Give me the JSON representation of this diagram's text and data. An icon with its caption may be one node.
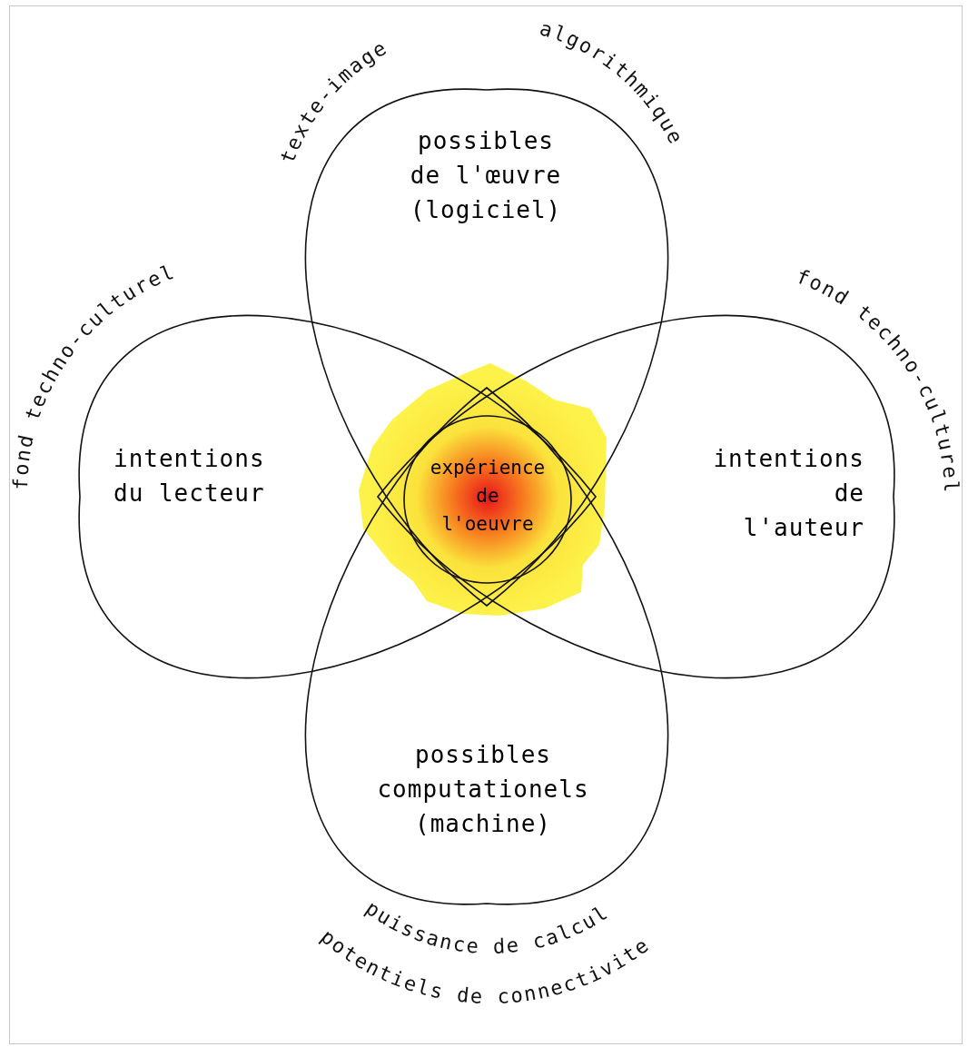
{
  "diagram": {
    "nodes": [
      {
        "text": [
          "possibles de l'œuvre (logiciel)"
        ],
        "beside": [
          "texte-image",
          "algorithmique"
        ]
      },
      {
        "text": [
          "intentions du lecteur"
        ],
        "beside": [
          "fond techno-culturel"
        ]
      },
      {
        "text": [
          "expérience de l'oeuvre"
        ]
      },
      {
        "text": [
          "intentions de l'auteur"
        ],
        "beside": [
          "fond techno-culturel"
        ]
      },
      {
        "text": [
          "possibles computationels (machine)"
        ],
        "beside": [
          "puissance de calcul",
          "potentiels de connectivite"
        ]
      }
    ]
  }
}
